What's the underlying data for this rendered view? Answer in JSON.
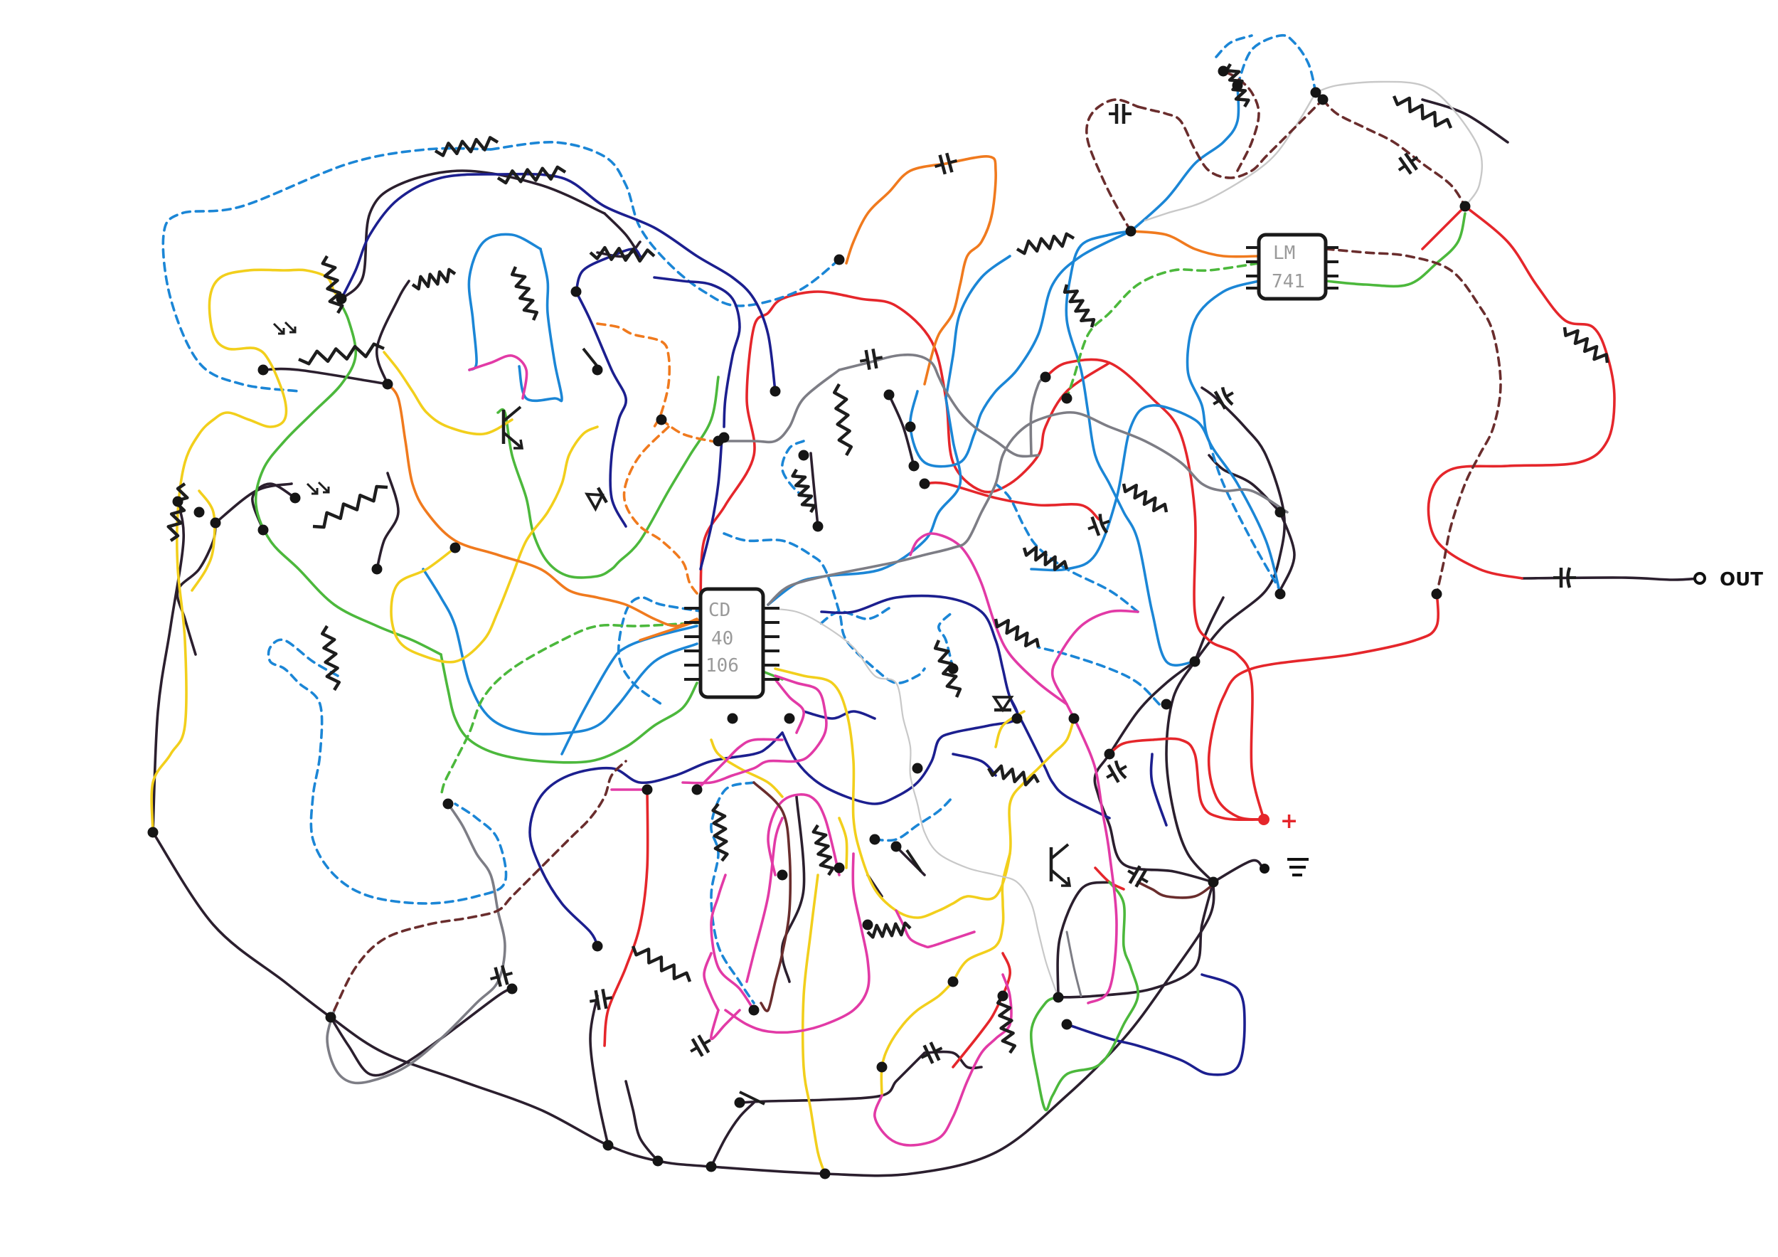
{
  "diagram": {
    "chips": [
      {
        "id": "cd40106",
        "label_lines": [
          "CD",
          "40",
          "106"
        ]
      },
      {
        "id": "lm741",
        "label_lines": [
          "LM",
          "741"
        ]
      }
    ],
    "terminals": {
      "out_label": "OUT",
      "plus_label": "+"
    },
    "colors": {
      "ink": "#2b1f2e",
      "red": "#e5262b",
      "blue": "#1b86d6",
      "navy": "#1c1f8f",
      "green": "#4cb83c",
      "yellow": "#f2cf1c",
      "orange": "#f07a1e",
      "pink": "#e23aa6",
      "gray": "#7d7d85",
      "brown": "#6a2d2d",
      "lightgray": "#c8c8c8",
      "plus": "#e5262b"
    }
  }
}
